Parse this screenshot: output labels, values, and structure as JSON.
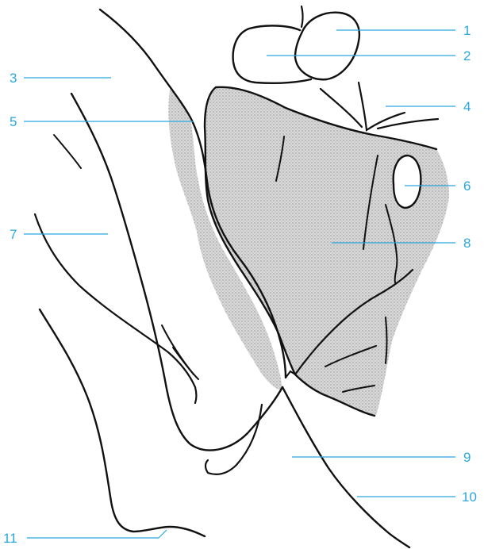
{
  "labels": {
    "l1": "1",
    "l2": "2",
    "l3": "3",
    "l4": "4",
    "l5": "5",
    "l6": "6",
    "l7": "7",
    "l8": "8",
    "l9": "9",
    "l10": "10",
    "l11": "11"
  },
  "colors": {
    "leader_line": "#29a7df",
    "label_text": "#29a7df",
    "outline": "#111111",
    "shade_fill": "#bdbdbd"
  }
}
